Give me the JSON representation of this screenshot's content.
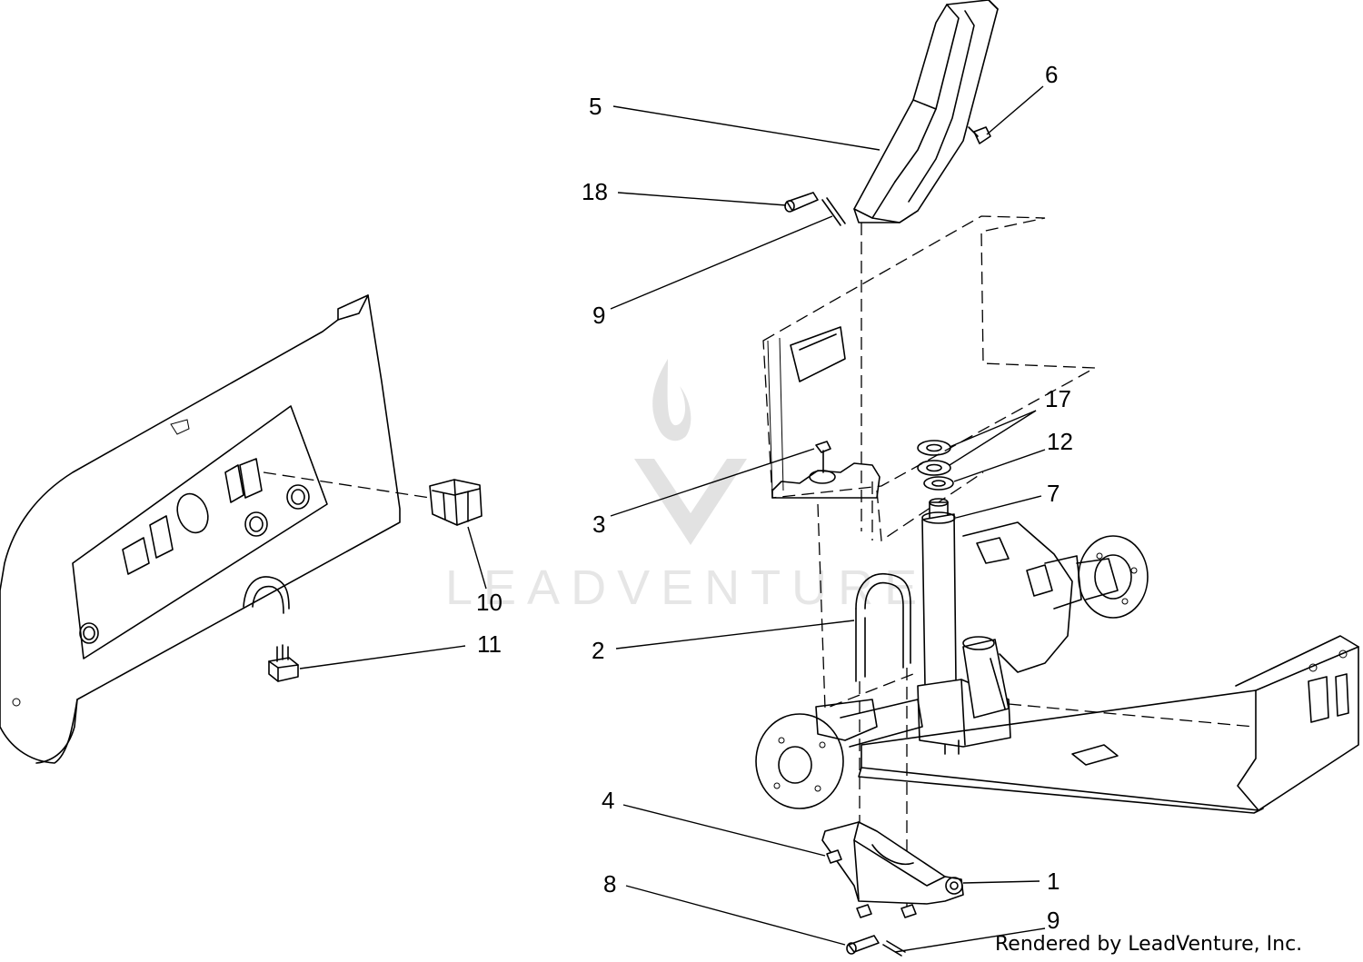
{
  "watermark": {
    "brand": "LEADVENTURE"
  },
  "footer": {
    "credit": "Rendered by LeadVenture, Inc."
  },
  "callouts": [
    {
      "id": "5",
      "text": "5"
    },
    {
      "id": "6",
      "text": "6"
    },
    {
      "id": "18",
      "text": "18"
    },
    {
      "id": "9a",
      "text": "9"
    },
    {
      "id": "17",
      "text": "17"
    },
    {
      "id": "12",
      "text": "12"
    },
    {
      "id": "7",
      "text": "7"
    },
    {
      "id": "3",
      "text": "3"
    },
    {
      "id": "10",
      "text": "10"
    },
    {
      "id": "11",
      "text": "11"
    },
    {
      "id": "2",
      "text": "2"
    },
    {
      "id": "4",
      "text": "4"
    },
    {
      "id": "1",
      "text": "1"
    },
    {
      "id": "8",
      "text": "8"
    },
    {
      "id": "9b",
      "text": "9"
    }
  ]
}
